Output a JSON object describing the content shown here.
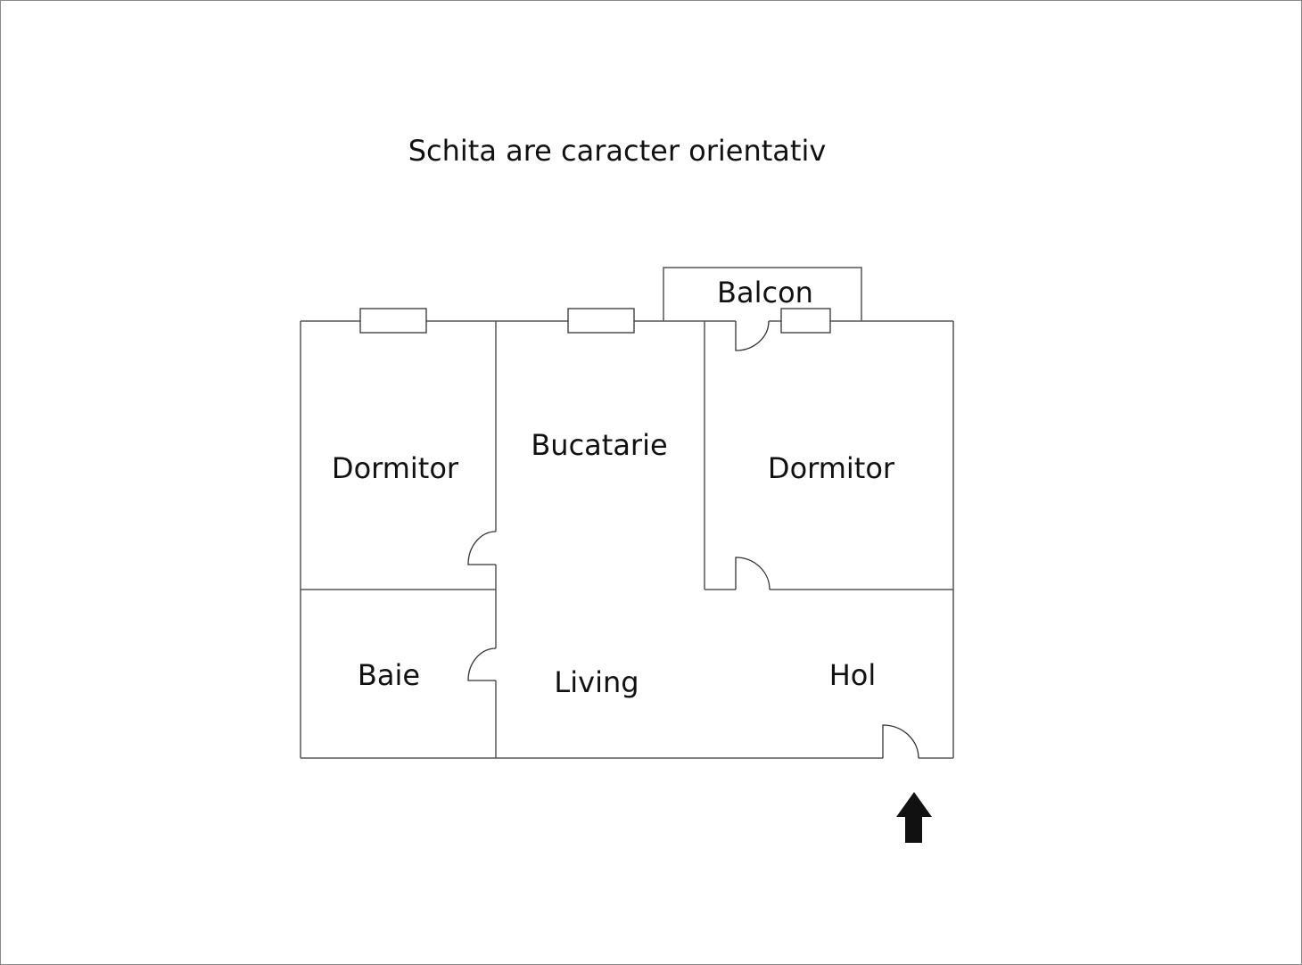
{
  "title": "Schita are caracter orientativ",
  "rooms": [
    {
      "id": "dormitor-left",
      "label": "Dormitor"
    },
    {
      "id": "bucatarie",
      "label": "Bucatarie"
    },
    {
      "id": "dormitor-right",
      "label": "Dormitor"
    },
    {
      "id": "balcon",
      "label": "Balcon"
    },
    {
      "id": "baie",
      "label": "Baie"
    },
    {
      "id": "living",
      "label": "Living"
    },
    {
      "id": "hol",
      "label": "Hol"
    }
  ],
  "entrance_arrow": "arrow-up-icon",
  "colors": {
    "wall": "#555555",
    "text": "#111111",
    "arrow": "#111111",
    "frame": "#8a8a8a"
  }
}
